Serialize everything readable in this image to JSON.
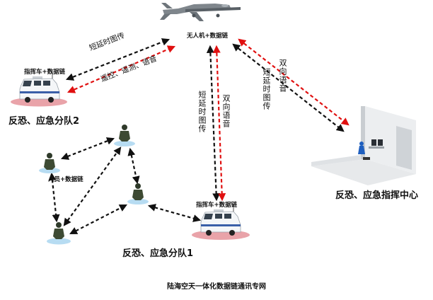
{
  "nodes": {
    "uav": {
      "label": "无人机+数据链",
      "icon": "uav-icon"
    },
    "command_vehicle_1": {
      "label": "指挥车+数据链",
      "icon": "command-vehicle-icon"
    },
    "command_vehicle_2": {
      "label": "指挥车+数据链",
      "icon": "command-vehicle-icon"
    },
    "person": {
      "label": "人员+数据链",
      "icon": "soldier-icon"
    },
    "command_center": {
      "icon": "command-center-icon"
    }
  },
  "teams": {
    "team1": "反恐、应急分队1",
    "team2": "反恐、应急分队2",
    "center": "反恐、应急指挥中心"
  },
  "links": {
    "uav_team2_top": "短延时图传",
    "uav_team2_bottom": "遥控、遥测、语音",
    "uav_team1_left": "短延时图传",
    "uav_team1_right": "双向语音",
    "uav_center_outer": "双向语音",
    "uav_center_inner": "短延时图传"
  },
  "caption": "陆海空天一体化数据链通讯专网",
  "colors": {
    "link_black": "#111111",
    "link_red": "#e01010",
    "ellipse_pink": "#e9a3a9",
    "ellipse_blue": "#b7dcf2",
    "vehicle_body": "#f4f6f8",
    "vehicle_blue": "#3a5fa8"
  }
}
